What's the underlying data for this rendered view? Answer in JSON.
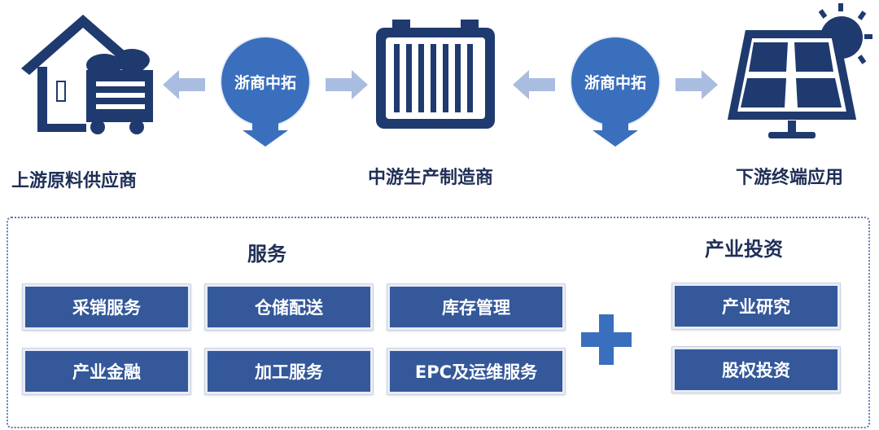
{
  "stages": {
    "upstream": "上游原料供应商",
    "midstream": "中游生产制造商",
    "downstream": "下游终端应用"
  },
  "hubs": [
    "浙商中拓",
    "浙商中拓"
  ],
  "icons": [
    "warehouse-truck-icon",
    "battery-cell-icon",
    "solar-panel-icon"
  ],
  "services": {
    "title": "服务",
    "items": [
      "采销服务",
      "仓储配送",
      "库存管理",
      "产业金融",
      "加工服务",
      "EPC及运维服务"
    ]
  },
  "investment": {
    "title": "产业投资",
    "items": [
      "产业研究",
      "股权投资"
    ]
  },
  "colors": {
    "navy": "#1f3a6e",
    "box": "#34589a",
    "hub": "#3a6fbd",
    "arrow": "#a9bde0"
  }
}
